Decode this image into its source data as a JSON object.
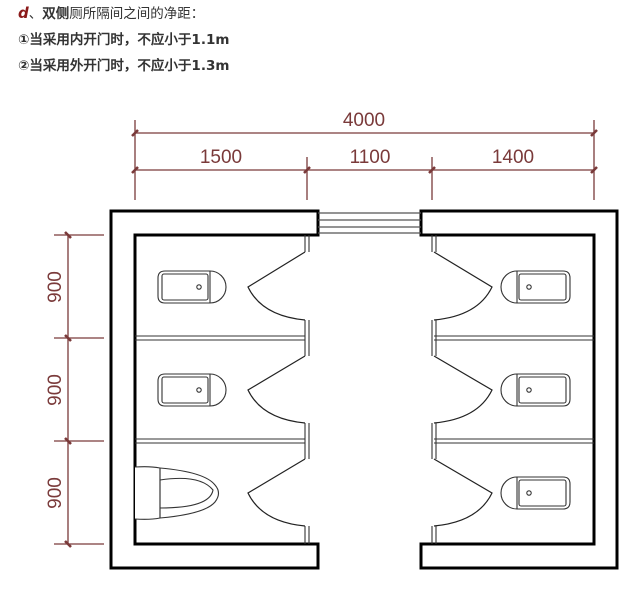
{
  "caption": {
    "heading_prefix": "d",
    "heading_sep": "、",
    "heading_bold": "双侧",
    "heading_rest": "厕所隔间之间的净距：",
    "item1": "①当采用内开门时，不应小于1.1m",
    "item2": "②当采用外开门时，不应小于1.3m"
  },
  "colors": {
    "dimension": "#7a3a3a",
    "wall": "#000000",
    "heading_letter": "#8b1a1a"
  },
  "dimensions": {
    "total_width": "4000",
    "left_stall_depth": "1500",
    "aisle_width": "1100",
    "right_stall_depth": "1400",
    "stall_widths": [
      "900",
      "900",
      "900"
    ]
  },
  "fixtures": {
    "left": [
      "squat-toilet",
      "squat-toilet",
      "western-toilet"
    ],
    "right": [
      "squat-toilet",
      "squat-toilet",
      "squat-toilet"
    ]
  }
}
